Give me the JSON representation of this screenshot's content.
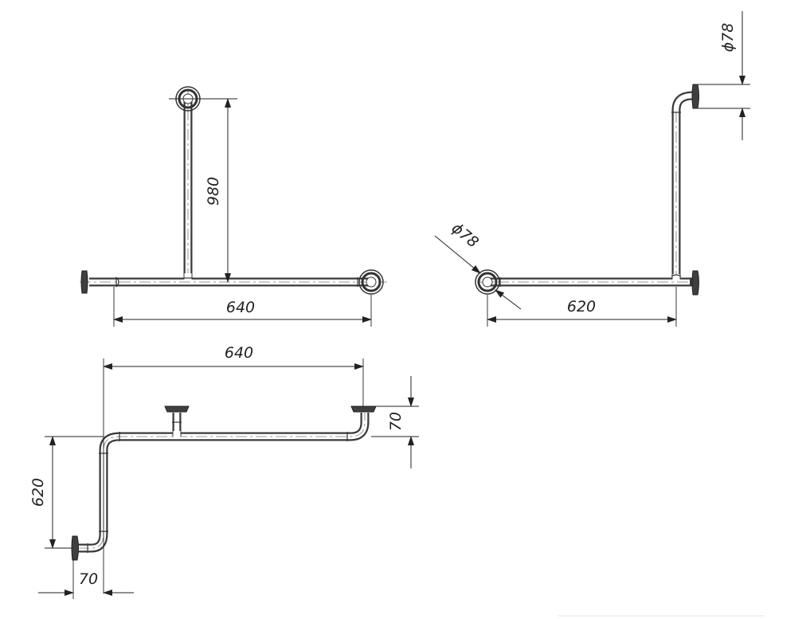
{
  "drawing": {
    "view_front": {
      "dim_vertical": "980",
      "dim_horizontal": "640"
    },
    "view_side": {
      "dim_diameter_top": "ϕ78",
      "dim_diameter_left": "ϕ78",
      "dim_horizontal": "620"
    },
    "view_top": {
      "dim_horizontal_top": "640",
      "dim_right_offset": "70",
      "dim_left_vertical": "620",
      "dim_bottom_offset": "70"
    }
  },
  "colors": {
    "line": "#222222",
    "pipe": "#3a3a3a",
    "background": "#ffffff"
  }
}
